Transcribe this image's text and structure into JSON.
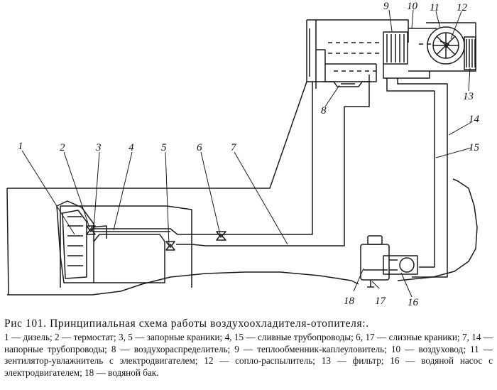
{
  "diagram": {
    "callouts": [
      "1",
      "2",
      "3",
      "4",
      "5",
      "6",
      "7",
      "8",
      "9",
      "10",
      "11",
      "12",
      "13",
      "14",
      "15",
      "16",
      "17",
      "18"
    ]
  },
  "caption": {
    "title": "Рис 101. Принципиальная схема работы воздухоохладителя-отопителя:.",
    "legend": "1 — дизель; 2 — термостат; 3, 5 — запорные краники; 4, 15 — сливные трубопроводы; 6, 17 — слизные краники; 7, 14 — напорные трубопроводы; 8 — воздухораспределитель; 9 — теплообменник-каплеуловитель; 10 — воздуховод; 11 — зентилятор-увлажнитель с электродвигателем; 12 — сопло-распылитель; 13 — фильтр; 16 — водяной насос с электродвигателем; 18 — водяной бак."
  }
}
